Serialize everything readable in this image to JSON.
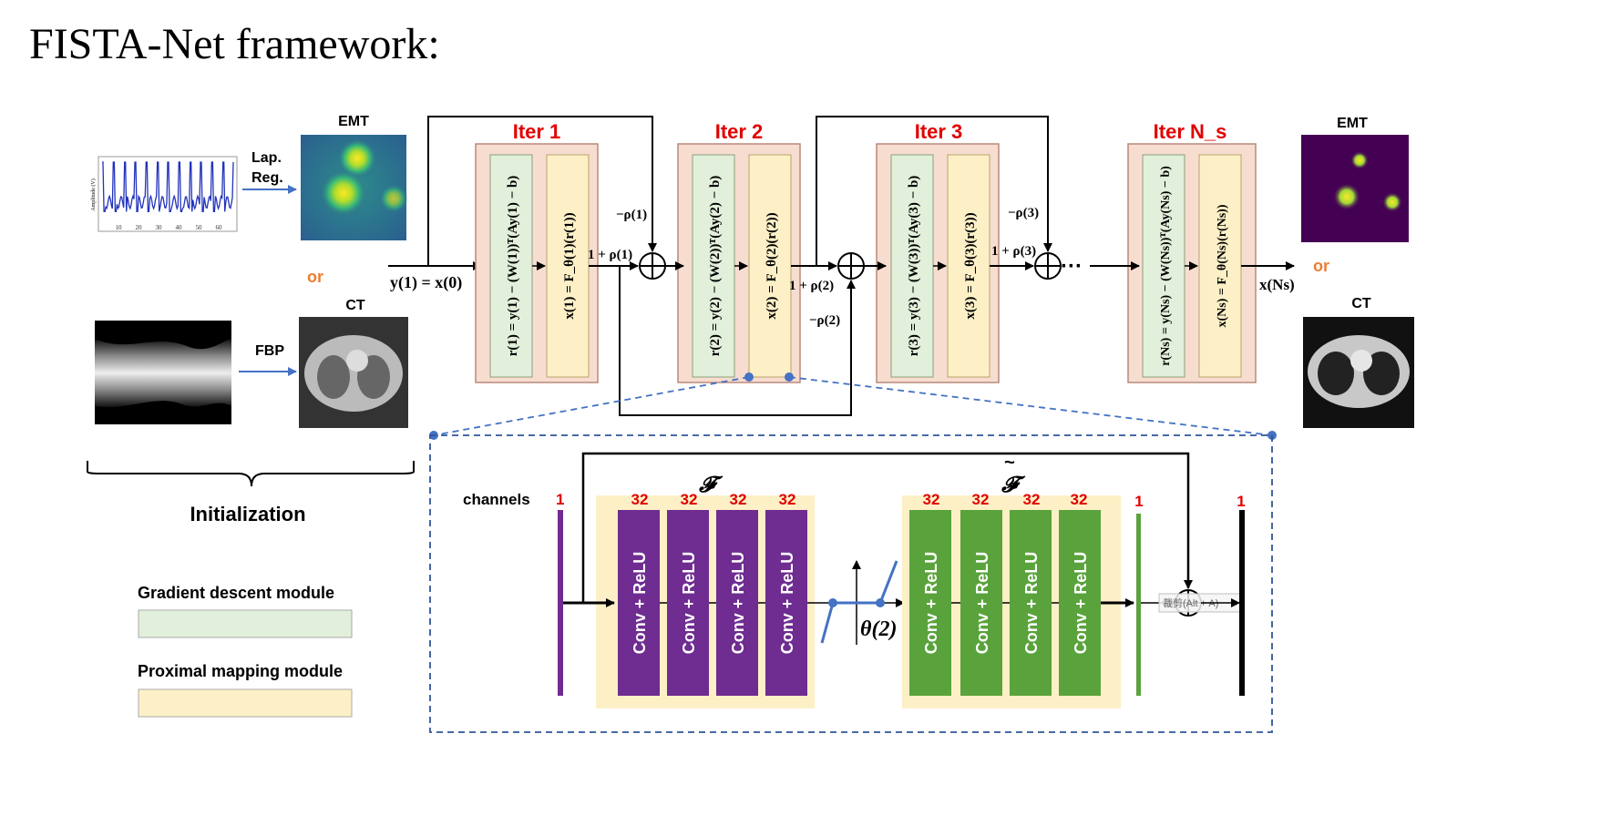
{
  "title": "FISTA-Net framework:",
  "init": {
    "emt_label": "EMT",
    "lap_reg": [
      "Lap.",
      "Reg."
    ],
    "or_label": "or",
    "ct_label": "CT",
    "fbp_label": "FBP",
    "initialization_label": "Initialization",
    "signal_ylabel": "Amplitude (V)",
    "signal_xticks": [
      "10",
      "20",
      "30",
      "40",
      "50",
      "60"
    ]
  },
  "legend": {
    "gradient_label": "Gradient descent module",
    "proximal_label": "Proximal mapping module",
    "colors": {
      "gradient_fill": "#e2efda",
      "proximal_fill": "#fdf0c7",
      "iter_fill": "#f7ddd0"
    }
  },
  "iterations": [
    {
      "label": "Iter 1",
      "grad_eq": "r(1) = y(1) − (W(1))ᵀ(Ay(1) − b)",
      "prox_eq": "x(1) = F_θ(1)(r(1))"
    },
    {
      "label": "Iter 2",
      "grad_eq": "r(2) = y(2) − (W(2))ᵀ(Ay(2) − b)",
      "prox_eq": "x(2) = F_θ(2)(r(2))"
    },
    {
      "label": "Iter 3",
      "grad_eq": "r(3) = y(3) − (W(3))ᵀ(Ay(3) − b)",
      "prox_eq": "x(3) = F_θ(3)(r(3))"
    },
    {
      "label": "Iter N_s",
      "grad_eq": "r(Ns) = y(Ns) − (W(Ns))ᵀ(Ay(Ns) − b)",
      "prox_eq": "x(Ns) = F_θ(Ns)(r(Ns))"
    }
  ],
  "flow": {
    "input_label": "y(1) = x(0)",
    "one_plus_rho1": "1 + ρ(1)",
    "minus_rho1": "−ρ(1)",
    "one_plus_rho2": "1 + ρ(2)",
    "minus_rho2": "−ρ(2)",
    "one_plus_rho3": "1 + ρ(3)",
    "minus_rho3": "−ρ(3)",
    "ellipsis": "···",
    "output_label": "x(Ns)"
  },
  "outputs": {
    "emt_label": "EMT",
    "or_label": "or",
    "ct_label": "CT"
  },
  "network": {
    "channels_label": "channels",
    "channel_in": "1",
    "f_label": "𝓕",
    "f_tilde_label": "𝓕",
    "tilde": "~",
    "f_channels": [
      "32",
      "32",
      "32",
      "32"
    ],
    "ft_channels": [
      "32",
      "32",
      "32",
      "32"
    ],
    "channel_after_ft": "1",
    "channel_out": "1",
    "layer_label": "Conv + ReLU",
    "theta_label": "θ(2)",
    "overlay_text": "裁剪(Alt + A)",
    "colors": {
      "conv_f": "#6f2c91",
      "conv_ft": "#5aa33c",
      "net_bg": "#fdf0c7",
      "channel_red": "#e00000"
    }
  }
}
